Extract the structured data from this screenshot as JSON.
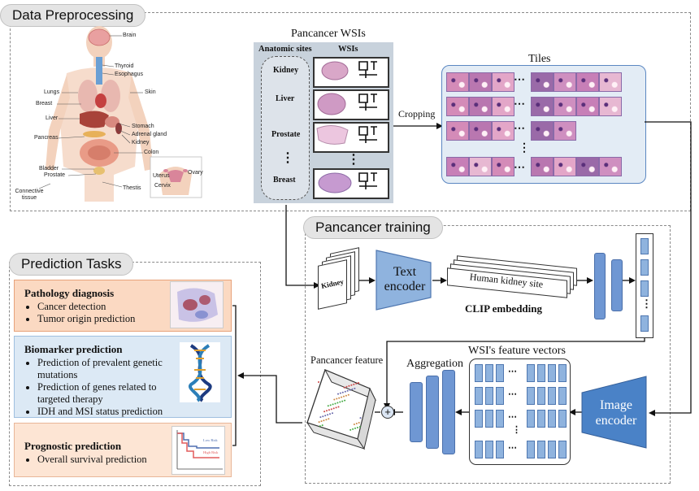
{
  "sections": {
    "data_preprocessing": "Data Preprocessing",
    "pancancer_training": "Pancancer training",
    "prediction_tasks": "Prediction Tasks"
  },
  "organs": {
    "brain": "Brain",
    "thyroid": "Thyroid",
    "esophagus": "Esophagus",
    "lungs": "Lungs",
    "skin": "Skin",
    "breast": "Breast",
    "liver": "Liver",
    "stomach": "Stomach",
    "adrenal": "Adrenal gland",
    "kidney": "Kidney",
    "pancreas": "Pancreas",
    "colon": "Colon",
    "bladder": "Bladder",
    "prostate": "Prostate",
    "thestis": "Thestis",
    "connective": "Connective tissue",
    "uterus": "Uterus",
    "cervix": "Cervix",
    "ovary": "Ovary"
  },
  "wsi_panel": {
    "title": "Pancancer WSIs",
    "col_sites": "Anatomic sites",
    "col_wsis": "WSIs",
    "sites": [
      "Kidney",
      "Liver",
      "Prostate",
      "Breast"
    ],
    "vdots": "⋮"
  },
  "cropping": "Cropping",
  "tiles_title": "Tiles",
  "ellipsis": "⋯",
  "text_card": "Kidney",
  "text_encoder": "Text encoder",
  "prompt_text": "Human kidney site",
  "clip_embedding": "CLIP embedding",
  "embedding_dots": "⋮",
  "image_encoder": "Image encoder",
  "feature_vectors_title": "WSI's feature vectors",
  "aggregation": "Aggregation",
  "pancancer_feature": "Pancancer feature",
  "plus": "+",
  "tasks": {
    "pathology": {
      "title": "Pathology diagnosis",
      "items": [
        "Cancer detection",
        "Tumor origin prediction"
      ]
    },
    "biomarker": {
      "title": "Biomarker prediction",
      "items": [
        "Prediction of prevalent genetic mutations",
        "Prediction of genes related to targeted therapy",
        "IDH and MSI status prediction"
      ]
    },
    "prognostic": {
      "title": "Prognostic prediction",
      "items": [
        "Overall survival prediction"
      ],
      "km_low": "Low Risk",
      "km_high": "High Risk"
    }
  },
  "colors": {
    "pathology_bg": "#fbd9c2",
    "biomarker_bg": "#dce9f5",
    "prognostic_bg": "#fde5d4",
    "encoder_blue": "#4a82c7",
    "wsi_panel_bg": "#c8d2dc",
    "tiles_bg": "#e3ecf5"
  }
}
